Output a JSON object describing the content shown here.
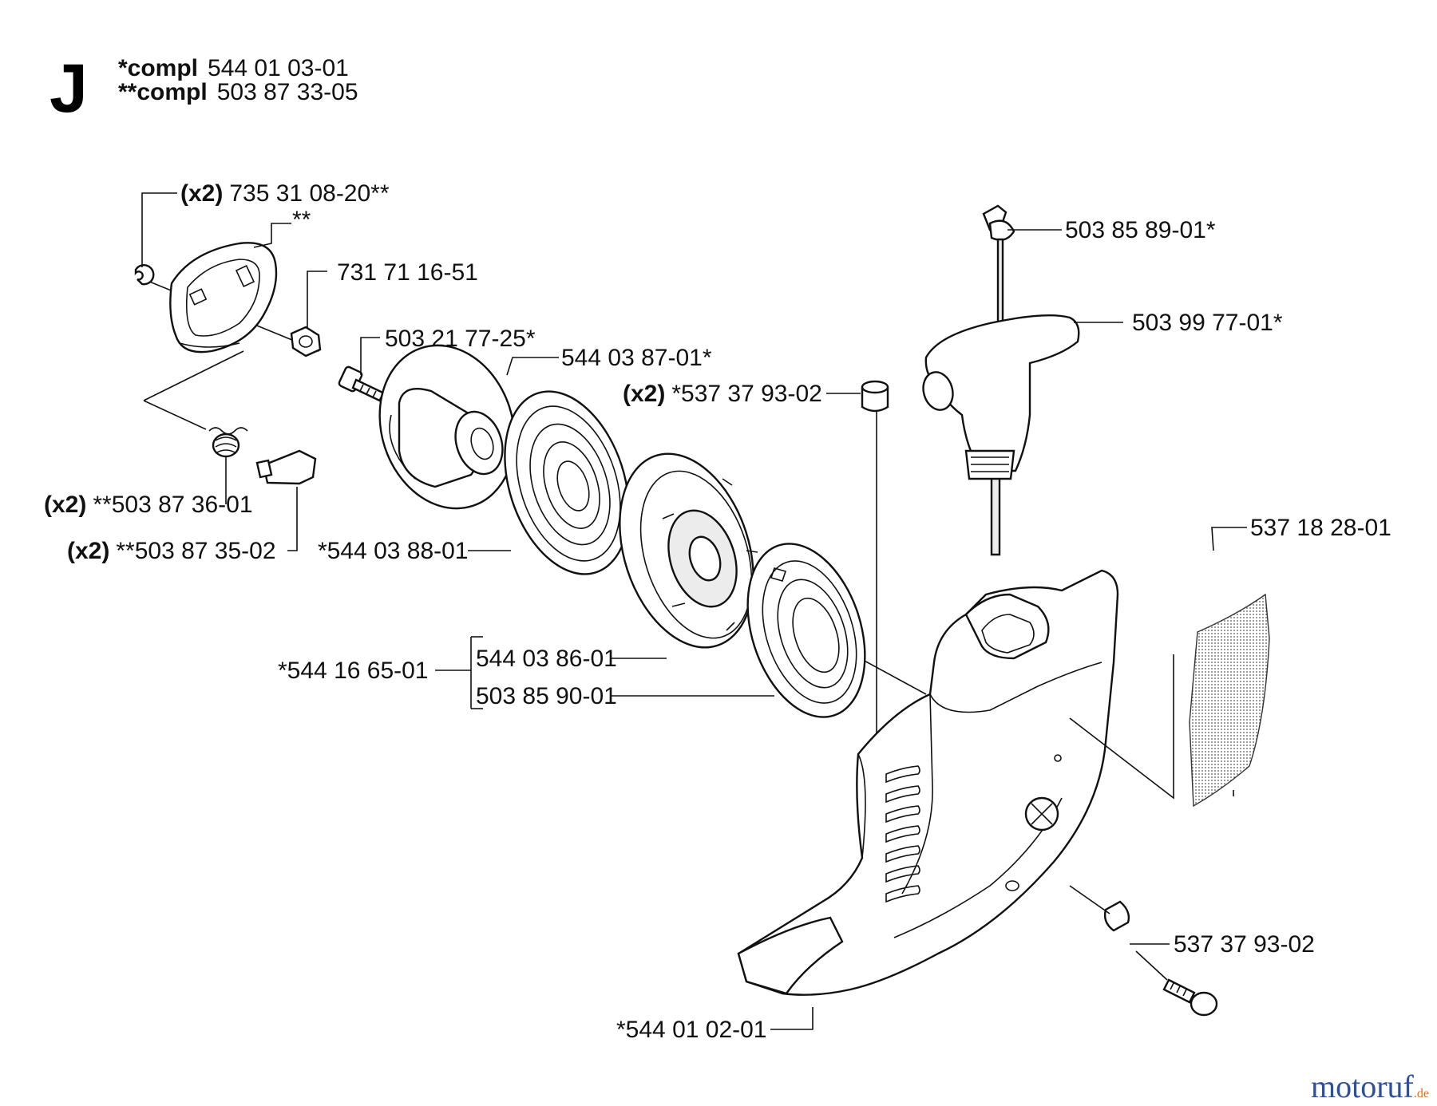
{
  "section": "J",
  "compl": [
    {
      "prefix": "*compl",
      "number": "544 01 03-01"
    },
    {
      "prefix": "**compl",
      "number": "503 87 33-05"
    }
  ],
  "parts": [
    {
      "id": "screw-small",
      "qty": "(x2)",
      "number": "735 31 08-20**"
    },
    {
      "id": "cover-plate",
      "qty": "",
      "number": "**"
    },
    {
      "id": "nut",
      "qty": "",
      "number": "731 71 16-51"
    },
    {
      "id": "bolt",
      "qty": "",
      "number": "503 21 77-25*"
    },
    {
      "id": "pulley",
      "qty": "",
      "number": "544 03 87-01*"
    },
    {
      "id": "spring-clip",
      "qty": "(x2)",
      "number": "**503 87 36-01"
    },
    {
      "id": "pawl",
      "qty": "(x2)",
      "number": "**503 87 35-02"
    },
    {
      "id": "spring-cassette",
      "qty": "",
      "number": "*544 03 88-01"
    },
    {
      "id": "bushing-top",
      "qty": "(x2)",
      "number": "*537 37 93-02"
    },
    {
      "id": "rope-lock",
      "qty": "",
      "number": "503 85 89-01*"
    },
    {
      "id": "handle",
      "qty": "",
      "number": "503 99 77-01*"
    },
    {
      "id": "decal",
      "qty": "",
      "number": "537 18 28-01"
    },
    {
      "id": "assembly",
      "qty": "",
      "number": "*544 16 65-01"
    },
    {
      "id": "spring-housing",
      "qty": "",
      "number": "544 03 86-01"
    },
    {
      "id": "recoil-spring",
      "qty": "",
      "number": "503 85 90-01"
    },
    {
      "id": "bushing-bottom",
      "qty": "",
      "number": "537 37 93-02"
    },
    {
      "id": "starter-housing",
      "qty": "",
      "number": "*544 01 02-01"
    }
  ],
  "watermark": {
    "text": "motoruf",
    "suffix": ".de",
    "color_primary": "#2d4f9e",
    "color_accent": "#e0701a"
  }
}
